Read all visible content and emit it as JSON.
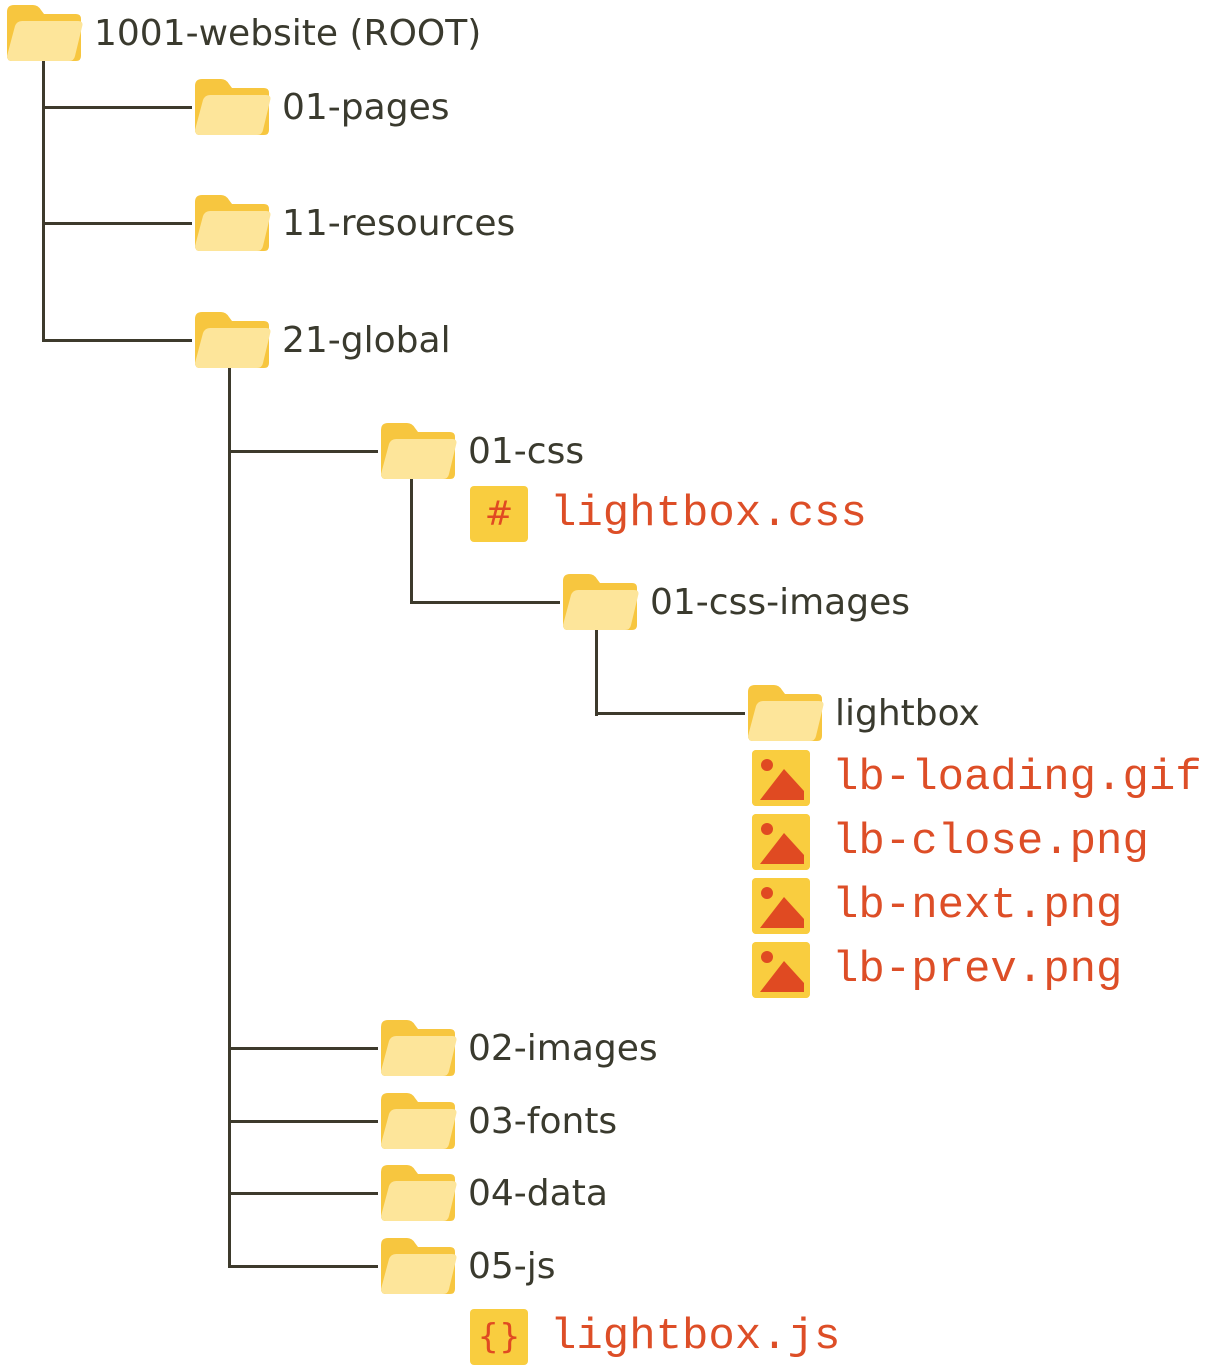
{
  "colors": {
    "line": "#3d3a2c",
    "folder_back": "#f7c63f",
    "folder_front": "#fde59a",
    "file_badge": "#f9cd3f",
    "file_accent": "#e04a22",
    "folder_text": "#3a3a2e",
    "file_text": "#dd4e27"
  },
  "tree": {
    "root": {
      "label": "1001-website (ROOT)",
      "icon": "folder-icon"
    },
    "pages": {
      "label": "01-pages",
      "icon": "folder-icon"
    },
    "resources": {
      "label": "11-resources",
      "icon": "folder-icon"
    },
    "global": {
      "label": "21-global",
      "icon": "folder-icon"
    },
    "css": {
      "label": "01-css",
      "icon": "folder-icon"
    },
    "css_file": {
      "label": "lightbox.css",
      "icon": "css-file-icon",
      "glyph": "#"
    },
    "css_images": {
      "label": "01-css-images",
      "icon": "folder-icon"
    },
    "lightbox": {
      "label": "lightbox",
      "icon": "folder-icon"
    },
    "lightbox_files": [
      {
        "label": "lb-loading.gif",
        "icon": "image-file-icon"
      },
      {
        "label": "lb-close.png",
        "icon": "image-file-icon"
      },
      {
        "label": "lb-next.png",
        "icon": "image-file-icon"
      },
      {
        "label": "lb-prev.png",
        "icon": "image-file-icon"
      }
    ],
    "images": {
      "label": "02-images",
      "icon": "folder-icon"
    },
    "fonts": {
      "label": "03-fonts",
      "icon": "folder-icon"
    },
    "data": {
      "label": "04-data",
      "icon": "folder-icon"
    },
    "js": {
      "label": "05-js",
      "icon": "folder-icon"
    },
    "js_file": {
      "label": "lightbox.js",
      "icon": "js-file-icon",
      "glyph": "{}"
    }
  }
}
